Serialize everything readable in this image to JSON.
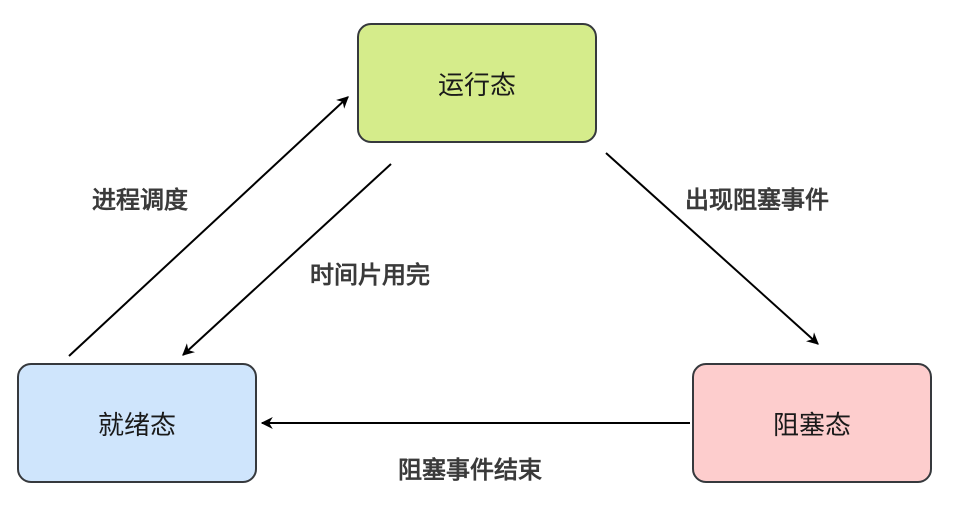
{
  "colors": {
    "running_fill": "#d5ec8b",
    "ready_fill": "#cfe5fc",
    "blocked_fill": "#fdcdcd",
    "stroke": "#000000"
  },
  "states": {
    "running": "运行态",
    "ready": "就绪态",
    "blocked": "阻塞态"
  },
  "transitions": {
    "schedule": "进程调度",
    "timeslice": "时间片用完",
    "block": "出现阻塞事件",
    "block_end": "阻塞事件结束"
  }
}
